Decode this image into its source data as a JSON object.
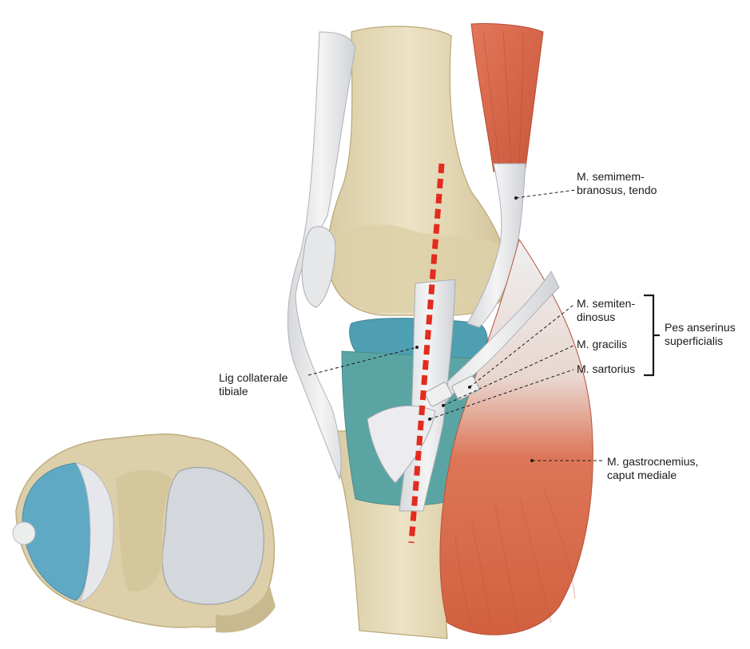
{
  "labels": {
    "semimembranosus": "M. semimem-\nbranosus, tendo",
    "semitendinosus": "M. semiten-\ndinosus",
    "gracilis": "M. gracilis",
    "sartorius": "M. sartorius",
    "pes_anserinus": "Pes anserinus\nsuperficialis",
    "lig_collaterale": "Lig collaterale\ntibiale",
    "gastrocnemius": "M. gastrocnemius,\ncaput mediale"
  },
  "colors": {
    "bone": "#e4d9b8",
    "bone_shadow": "#c9b98e",
    "cartilage_blue": "#5fa9c4",
    "teal": "#5aa5a3",
    "muscle": "#d9694a",
    "tendon": "#e9e9ea",
    "cut_line": "#e32b1e"
  }
}
